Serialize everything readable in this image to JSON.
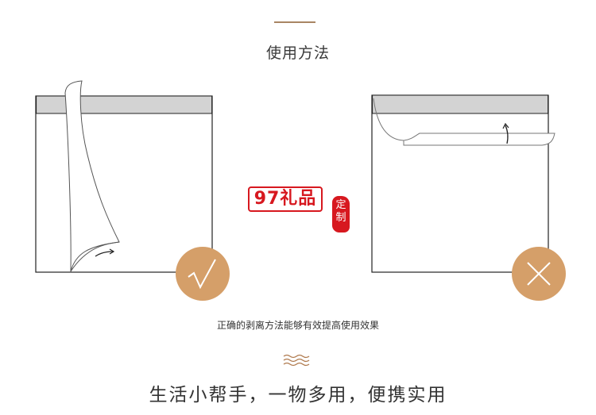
{
  "header": {
    "title": "使用方法"
  },
  "illustrations": [
    {
      "name": "correct-peel",
      "badge": "√",
      "badge_meaning": "correct"
    },
    {
      "name": "wrong-peel",
      "badge": "X",
      "badge_meaning": "incorrect"
    }
  ],
  "watermark": {
    "logo_text": "97礼品",
    "seal_chars": [
      "定",
      "制"
    ]
  },
  "caption": "正确的剥离方法能够有效提高使用效果",
  "slogan": "生活小帮手，一物多用，便携实用",
  "colors": {
    "accent": "#d59f69",
    "rule": "#a88563",
    "band": "#d3d3d3",
    "logo_red": "#d7181f"
  }
}
